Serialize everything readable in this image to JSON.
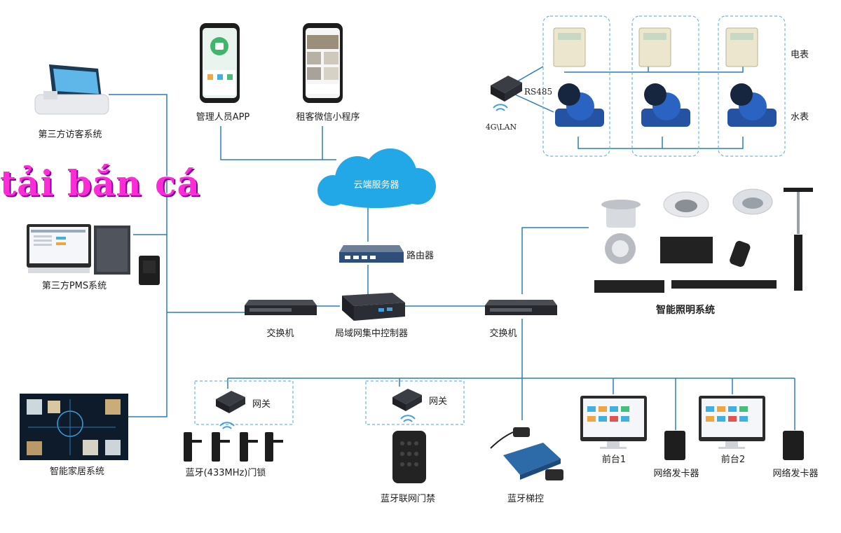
{
  "colors": {
    "line": "#2d7fb4",
    "dashed_box": "#6fb8d8",
    "cloud": "#22a8e6",
    "watermark": "#ff2bd6"
  },
  "watermark_text": "tải bắn cá",
  "nodes": {
    "visitor_system": "第三方访客系统",
    "pms_system": "第三方PMS系统",
    "smart_home": "智能家居系统",
    "admin_app": "管理人员APP",
    "tenant_miniprogram": "租客微信小程序",
    "cloud_server": "云端服务器",
    "router": "路由器",
    "switch_left": "交换机",
    "lan_controller": "局域网集中控制器",
    "switch_right": "交换机",
    "rs485": "RS485",
    "conn_4g": "4G\\LAN",
    "electric_meter": "电表",
    "water_meter": "水表",
    "smart_lighting": "智能照明系统",
    "gateway_1": "网关",
    "gateway_2": "网关",
    "bt_lock": "蓝牙(433MHz)门锁",
    "bt_access": "蓝牙联网门禁",
    "bt_elevator": "蓝牙梯控",
    "front_desk_1": "前台1",
    "front_desk_2": "前台2",
    "card_issuer_1": "网络发卡器",
    "card_issuer_2": "网络发卡器"
  }
}
